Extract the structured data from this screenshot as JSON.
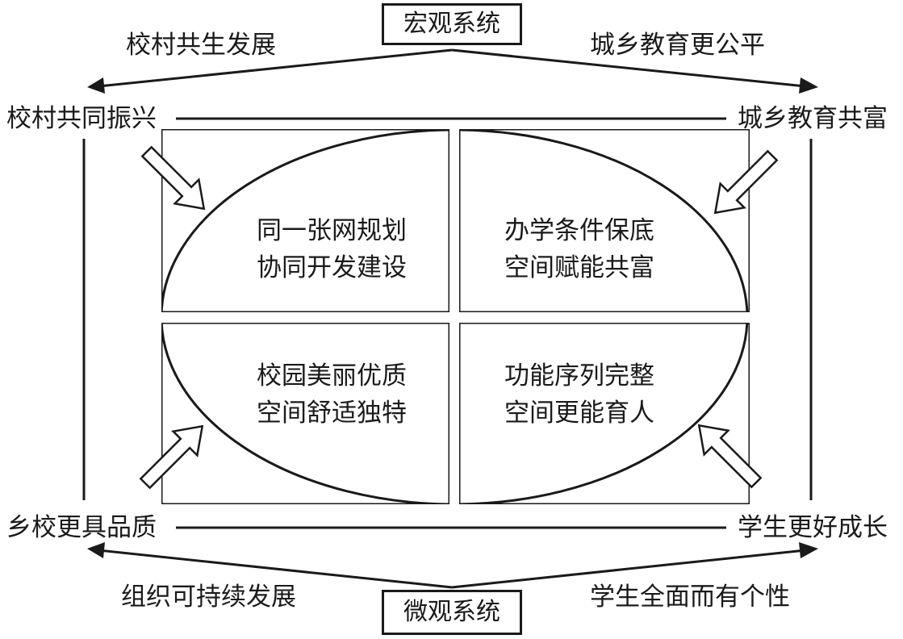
{
  "macro_system": "宏观系统",
  "micro_system": "微观系统",
  "top_left_arrow": "校村共生发展",
  "top_right_arrow": "城乡教育更公平",
  "bottom_left_arrow": "组织可持续发展",
  "bottom_right_arrow": "学生全面而有个性",
  "corner_top_left": "校村共同振兴",
  "corner_top_right": "城乡教育共富",
  "corner_bottom_left": "乡校更具品质",
  "corner_bottom_right": "学生更好成长",
  "quadrants": {
    "top_left": {
      "line1": "同一张网规划",
      "line2": "协同开发建设"
    },
    "top_right": {
      "line1": "办学条件保底",
      "line2": "空间赋能共富"
    },
    "bottom_left": {
      "line1": "校园美丽优质",
      "line2": "空间舒适独特"
    },
    "bottom_right": {
      "line1": "功能序列完整",
      "line2": "空间更能育人"
    }
  }
}
